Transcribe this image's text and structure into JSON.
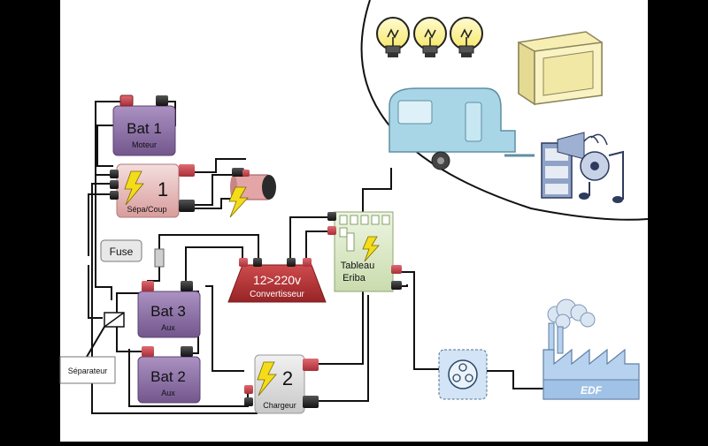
{
  "bat1": {
    "title": "Bat 1",
    "sub": "Moteur"
  },
  "separator_coupler": {
    "number": "1",
    "label": "Sépa/Coup"
  },
  "fuse": {
    "label": "Fuse"
  },
  "converter": {
    "title": "12>220v",
    "sub": "Convertisseur"
  },
  "panel": {
    "line1": "Tableau",
    "line2": "Eriba"
  },
  "bat3": {
    "title": "Bat 3",
    "sub": "Aux"
  },
  "bat2": {
    "title": "Bat 2",
    "sub": "Aux"
  },
  "separator": {
    "label": "Séparateur"
  },
  "charger": {
    "number": "2",
    "label": "Chargeur"
  },
  "edf": {
    "label": "EDF"
  },
  "colors": {
    "battery": "#8f72a6",
    "terminal_pos": "#c9454e",
    "terminal_neg": "#262626",
    "converter": "#b43436",
    "panel": "#ddebc8",
    "caravan": "#a9d6e6",
    "factory": "#b7d2ee",
    "bulb": "#fdf28f",
    "bolt": "#f4dd18"
  }
}
